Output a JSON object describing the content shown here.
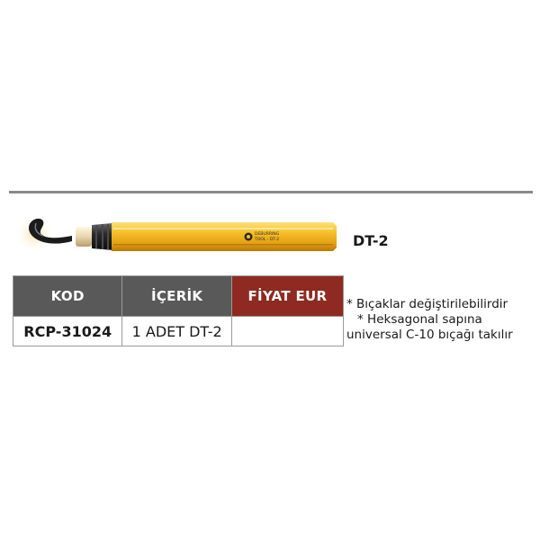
{
  "product": {
    "name": "DT-2",
    "handle_print": [
      "DEBURRING",
      "TOOL - DT-2"
    ]
  },
  "table": {
    "headers": {
      "code": "KOD",
      "contents": "İÇERİK",
      "price": "FİYAT EUR"
    },
    "rows": [
      {
        "code": "RCP-31024",
        "contents": "1 ADET DT-2",
        "price": ""
      }
    ]
  },
  "notes": [
    "* Bıçaklar değiştirilebilirdir",
    "* Heksagonal sapına",
    "universal C-10 bıçağı takılır"
  ],
  "colors": {
    "header_gray": "#595959",
    "header_red": "#8e2a21",
    "handle_yellow": "#f2b41c"
  }
}
